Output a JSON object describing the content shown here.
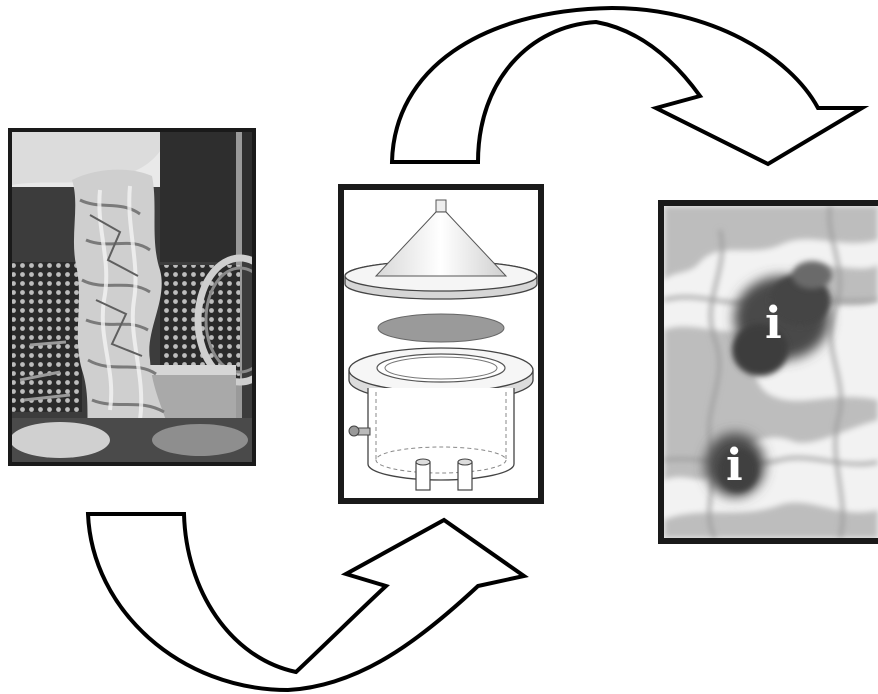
{
  "panels": {
    "photo": {
      "kind": "photograph"
    },
    "apparatus": {
      "kind": "filter-apparatus-drawing"
    },
    "micrograph": {
      "kind": "micrograph",
      "labels": [
        "i",
        "i"
      ]
    }
  },
  "arrows": {
    "bottom": {
      "direction": "left-to-right"
    },
    "top": {
      "direction": "left-to-right"
    }
  },
  "colors": {
    "frame": "#1a1a1a",
    "outline": "#000000",
    "fill": "#ffffff"
  }
}
